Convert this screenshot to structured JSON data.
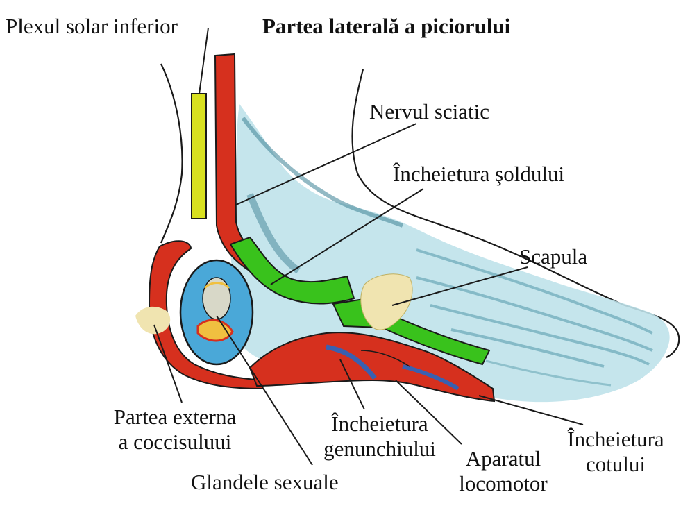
{
  "title": "Partea laterală a piciorului",
  "labels": {
    "plexul_solar": "Plexul solar inferior",
    "nervul_sciatic": "Nervul sciatic",
    "incheietura_soldului": "Încheietura şoldului",
    "scapula": "Scapula",
    "partea_externa_line1": "Partea externa",
    "partea_externa_line2": "a coccisuluui",
    "glandele_sexuale": "Glandele sexuale",
    "incheietura_genunchiului_line1": "Încheietura",
    "incheietura_genunchiului_line2": "genunchiului",
    "aparatul_locomotor_line1": "Aparatul",
    "aparatul_locomotor_line2": "locomotor",
    "incheietura_cotului_line1": "Încheietura",
    "incheietura_cotului_line2": "cotului"
  },
  "colors": {
    "spine_red": "#d6301e",
    "zone_green": "#39c21c",
    "plexus_yellow": "#d8e020",
    "bone_blue": "#a8d8e4",
    "bone_dark": "#4a8a9c",
    "gland_blue": "#4aa8d8",
    "joint_cream": "#f0e4b0",
    "outline": "#1a1a1a"
  }
}
